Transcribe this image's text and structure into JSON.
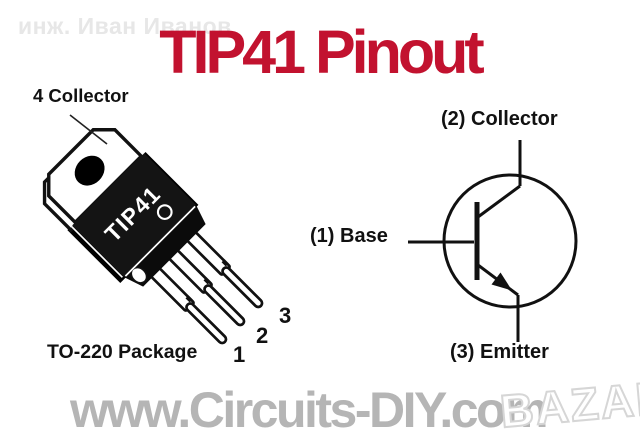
{
  "title": "TIP41 Pinout",
  "watermarks": {
    "author": "инж. Иван Иванов",
    "site": "www.Circuits-DIY.com",
    "logo": "BAZAR"
  },
  "package": {
    "top_label": "4 Collector",
    "marking": "TIP41",
    "caption": "TO-220 Package",
    "pins": [
      "1",
      "2",
      "3"
    ]
  },
  "symbol": {
    "collector_label": "(2) Collector",
    "base_label": "(1) Base",
    "emitter_label": "(3) Emitter"
  },
  "colors": {
    "title_red": "#c2122f",
    "ink": "#111111",
    "author_gray": "#e7e7e7",
    "site_gray": "#b5b5b5"
  }
}
